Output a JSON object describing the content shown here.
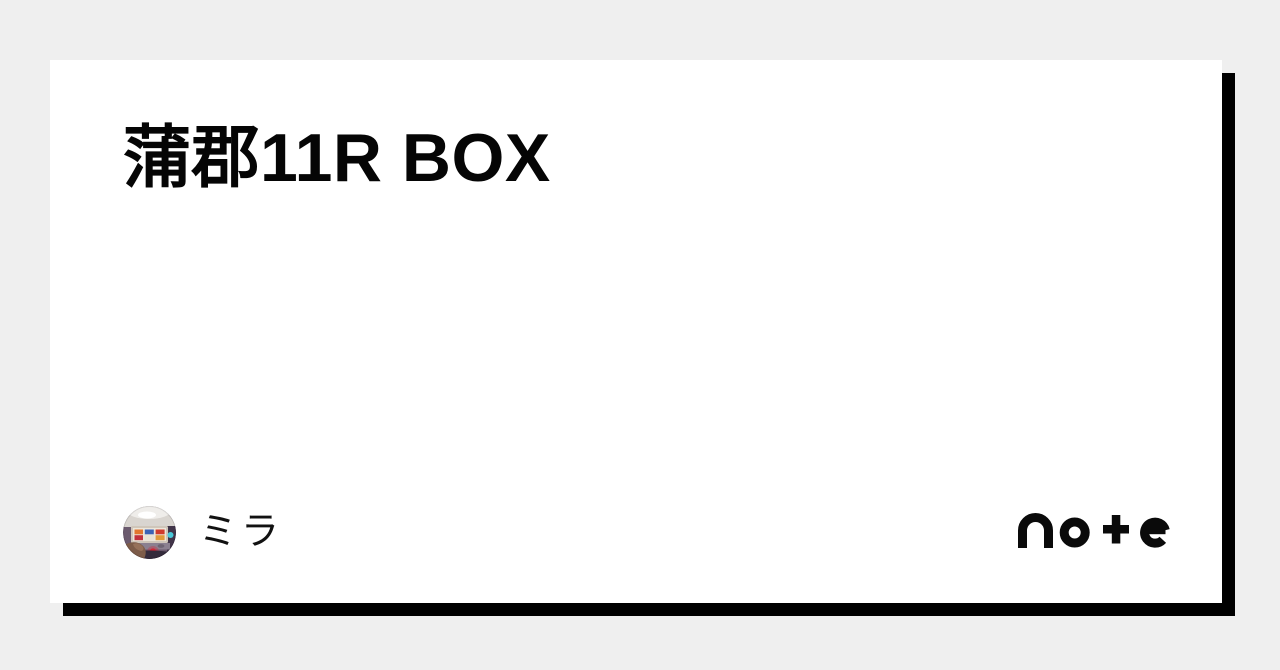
{
  "page": {
    "background_color": "#efefef"
  },
  "card": {
    "background_color": "#ffffff",
    "shadow_color": "#000000"
  },
  "article": {
    "title": "蒲郡11R BOX"
  },
  "author": {
    "name": "ミラ"
  },
  "branding": {
    "logo": "note"
  },
  "avatar": {
    "description": "slot machine photo"
  }
}
